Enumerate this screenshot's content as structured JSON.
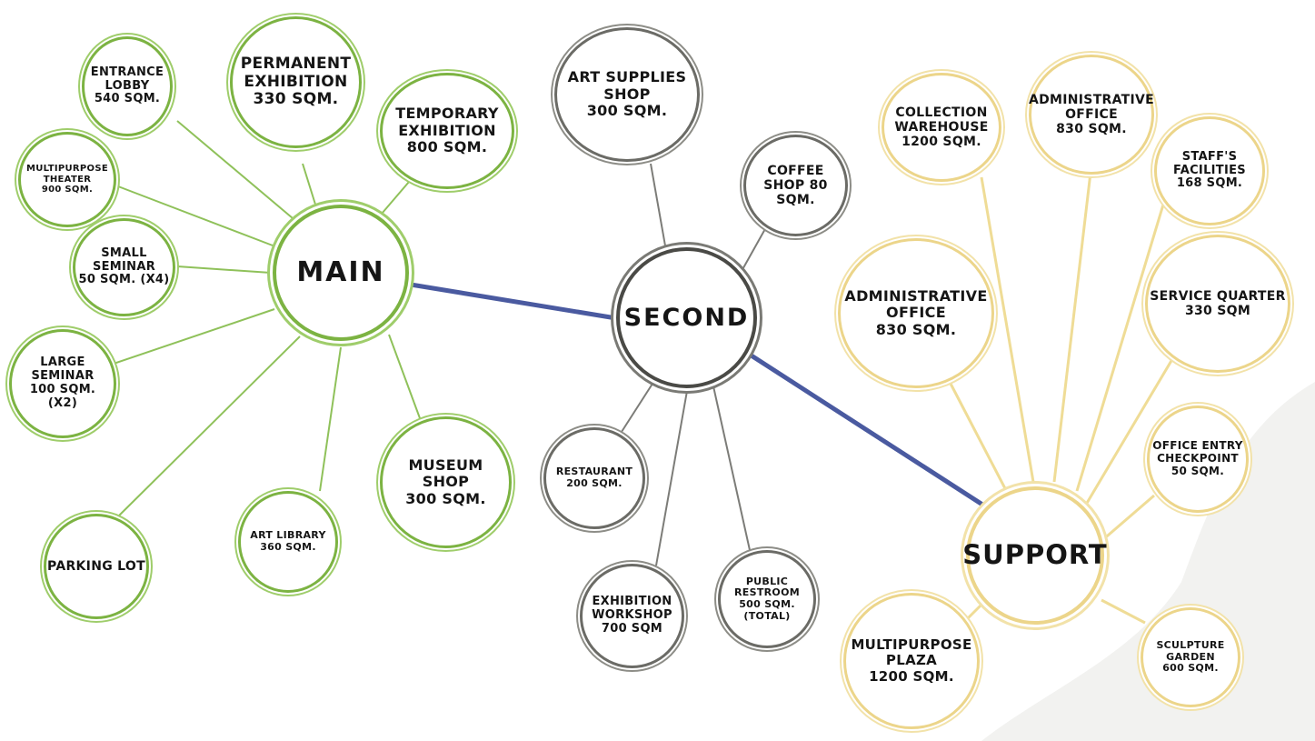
{
  "colors": {
    "main_ring": "#7cb342",
    "second_ring": "#5a5a56",
    "support_ring": "#ecd58a",
    "hub_link": "#4a5aa0",
    "main_line": "#8fc15a",
    "second_line": "#7c7c78",
    "support_line": "#efdc96"
  },
  "hubs": {
    "main": "MAIN",
    "second": "SECOND",
    "support": "SUPPORT"
  },
  "main_rooms": {
    "entrance_lobby": "ENTRANCE\nLOBBY\n540 SQM.",
    "permanent_exhibition": "PERMANENT\nEXHIBITION\n330 SQM.",
    "temporary_exhibition": "TEMPORARY\nEXHIBITION\n800 SQM.",
    "multipurpose_theater": "MULTIPURPOSE\nTHEATER\n900 SQM.",
    "small_seminar": "SMALL\nSEMINAR\n50 SQM. (X4)",
    "large_seminar": "LARGE\nSEMINAR\n100 SQM.\n(X2)",
    "parking_lot": "PARKING LOT",
    "art_library": "ART LIBRARY\n360 SQM.",
    "museum_shop": "MUSEUM SHOP\n300 SQM."
  },
  "second_rooms": {
    "art_supplies_shop": "ART SUPPLIES\nSHOP\n300 SQM.",
    "coffee_shop": "COFFEE\nSHOP 80\nSQM.",
    "restaurant": "RESTAURANT\n200 SQM.",
    "exhibition_workshop": "EXHIBITION\nWORKSHOP\n700 SQM",
    "public_restroom": "PUBLIC\nRESTROOM\n500 SQM.\n(TOTAL)"
  },
  "support_rooms": {
    "collection_warehouse": "COLLECTION\nWAREHOUSE\n1200 SQM.",
    "administrative_office_top": "ADMINISTRATIVE\nOFFICE\n830 SQM.",
    "staffs_facilities": "STAFF'S\nFACILITIES\n168 SQM.",
    "administrative_office_left": "ADMINISTRATIVE\nOFFICE\n830 SQM.",
    "service_quarter": "SERVICE QUARTER\n330 SQM",
    "office_entry_checkpoint": "OFFICE ENTRY\nCHECKPOINT\n50 SQM.",
    "multipurpose_plaza": "MULTIPURPOSE\nPLAZA\n1200 SQM.",
    "sculpture_garden": "SCULPTURE\nGARDEN\n600 SQM."
  }
}
